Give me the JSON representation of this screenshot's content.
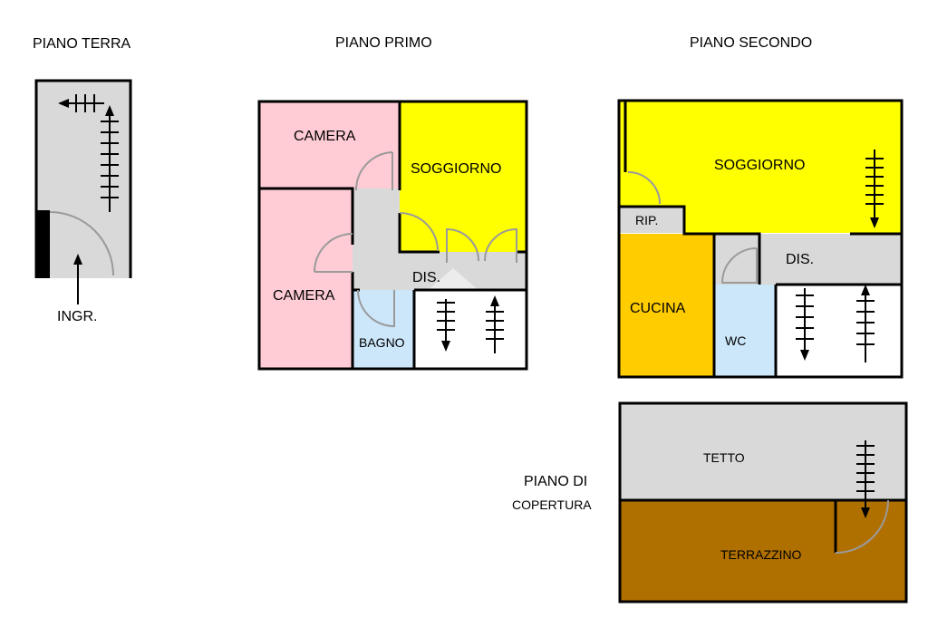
{
  "floors": {
    "ground": {
      "title": "PIANO TERRA",
      "entrance": "INGR."
    },
    "first": {
      "title": "PIANO PRIMO",
      "rooms": {
        "camera_top": "CAMERA",
        "camera_bottom": "CAMERA",
        "living": "SOGGIORNO",
        "hall": "DIS.",
        "bath": "BAGNO"
      }
    },
    "second": {
      "title": "PIANO SECONDO",
      "rooms": {
        "living": "SOGGIORNO",
        "storage": "RIP.",
        "kitchen": "CUCINA",
        "hall": "DIS.",
        "wc": "WC"
      }
    },
    "roof": {
      "title_line1": "PIANO DI",
      "title_line2": "COPERTURA",
      "rooms": {
        "roof": "TETTO",
        "terrace": "TERRAZZINO"
      }
    }
  },
  "colors": {
    "gray": "#d9d9d9",
    "pink": "#ffccd5",
    "yellow": "#ffff00",
    "light_blue": "#cce6fa",
    "orange": "#ffcc00",
    "brown": "#b07000",
    "door_arc": "#9a9a9a"
  }
}
